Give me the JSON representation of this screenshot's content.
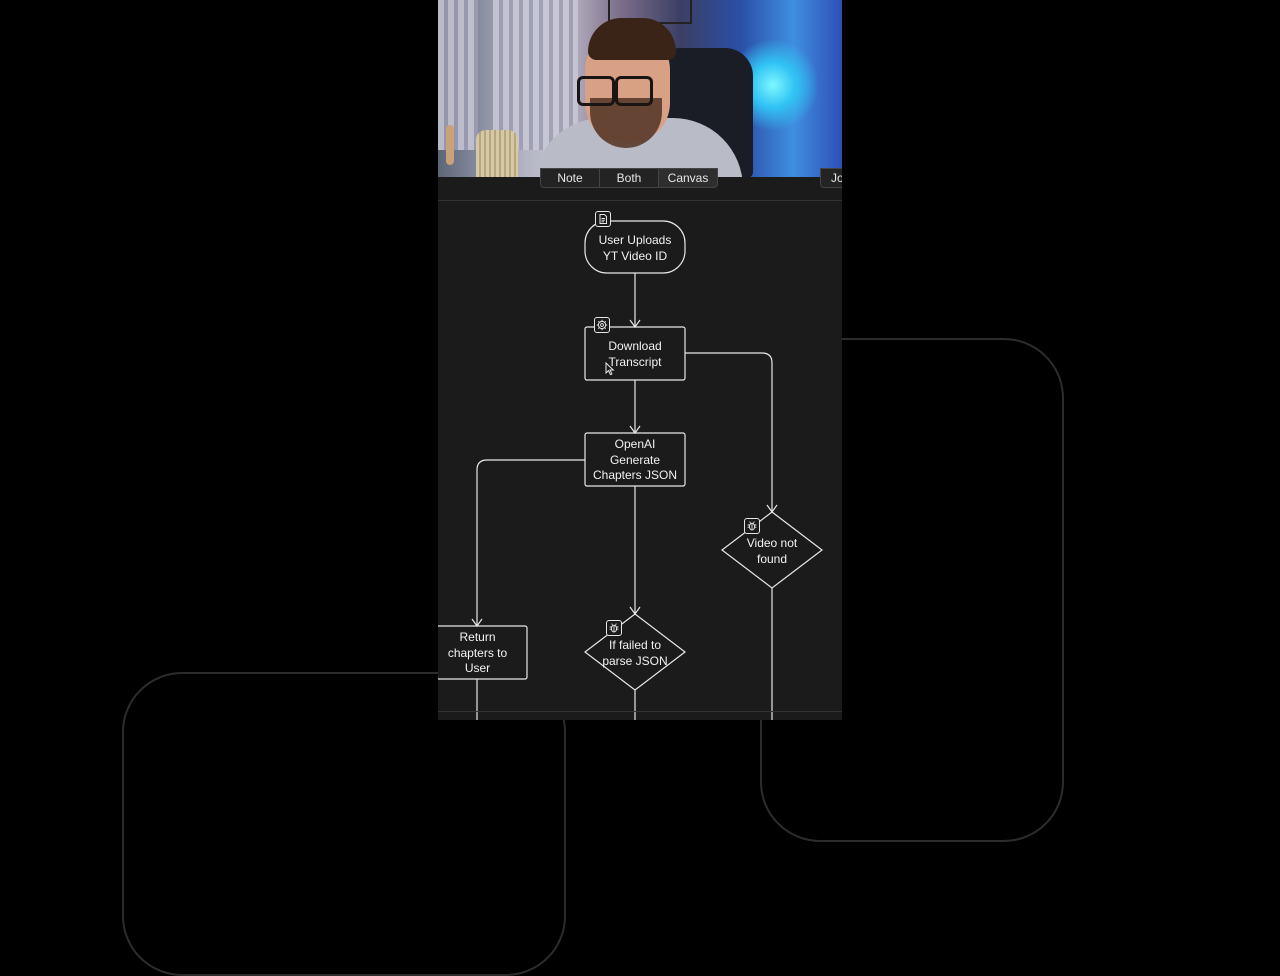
{
  "view_toggle": {
    "items": [
      {
        "label": "Note"
      },
      {
        "label": "Both"
      },
      {
        "label": "Canvas"
      }
    ],
    "right_cut_label": "Jo"
  },
  "flowchart": {
    "nodes": {
      "user_uploads": {
        "label": "User Uploads YT Video ID",
        "line1": "User Uploads",
        "line2": "YT Video ID",
        "icon": "document-icon"
      },
      "download_transcript": {
        "label": "Download Transcript",
        "line1": "Download",
        "line2": "Transcript",
        "icon": "gear-icon"
      },
      "openai_generate": {
        "label": "OpenAI Generate Chapters JSON",
        "line1": "OpenAI",
        "line2": "Generate",
        "line3": "Chapters JSON"
      },
      "video_not_found": {
        "label": "Video not found",
        "line1": "Video not",
        "line2": "found",
        "icon": "bug-icon"
      },
      "return_chapters": {
        "label": "Return chapters to User",
        "line1": "Return",
        "line2": "chapters to",
        "line3": "User"
      },
      "failed_parse": {
        "label": "If failed to parse JSON",
        "line1": "If failed to",
        "line2": "parse JSON",
        "icon": "bug-icon"
      }
    }
  },
  "colors": {
    "canvas_bg": "#1b1b1b",
    "stroke": "#e8e8e8",
    "page_bg": "#000000"
  }
}
